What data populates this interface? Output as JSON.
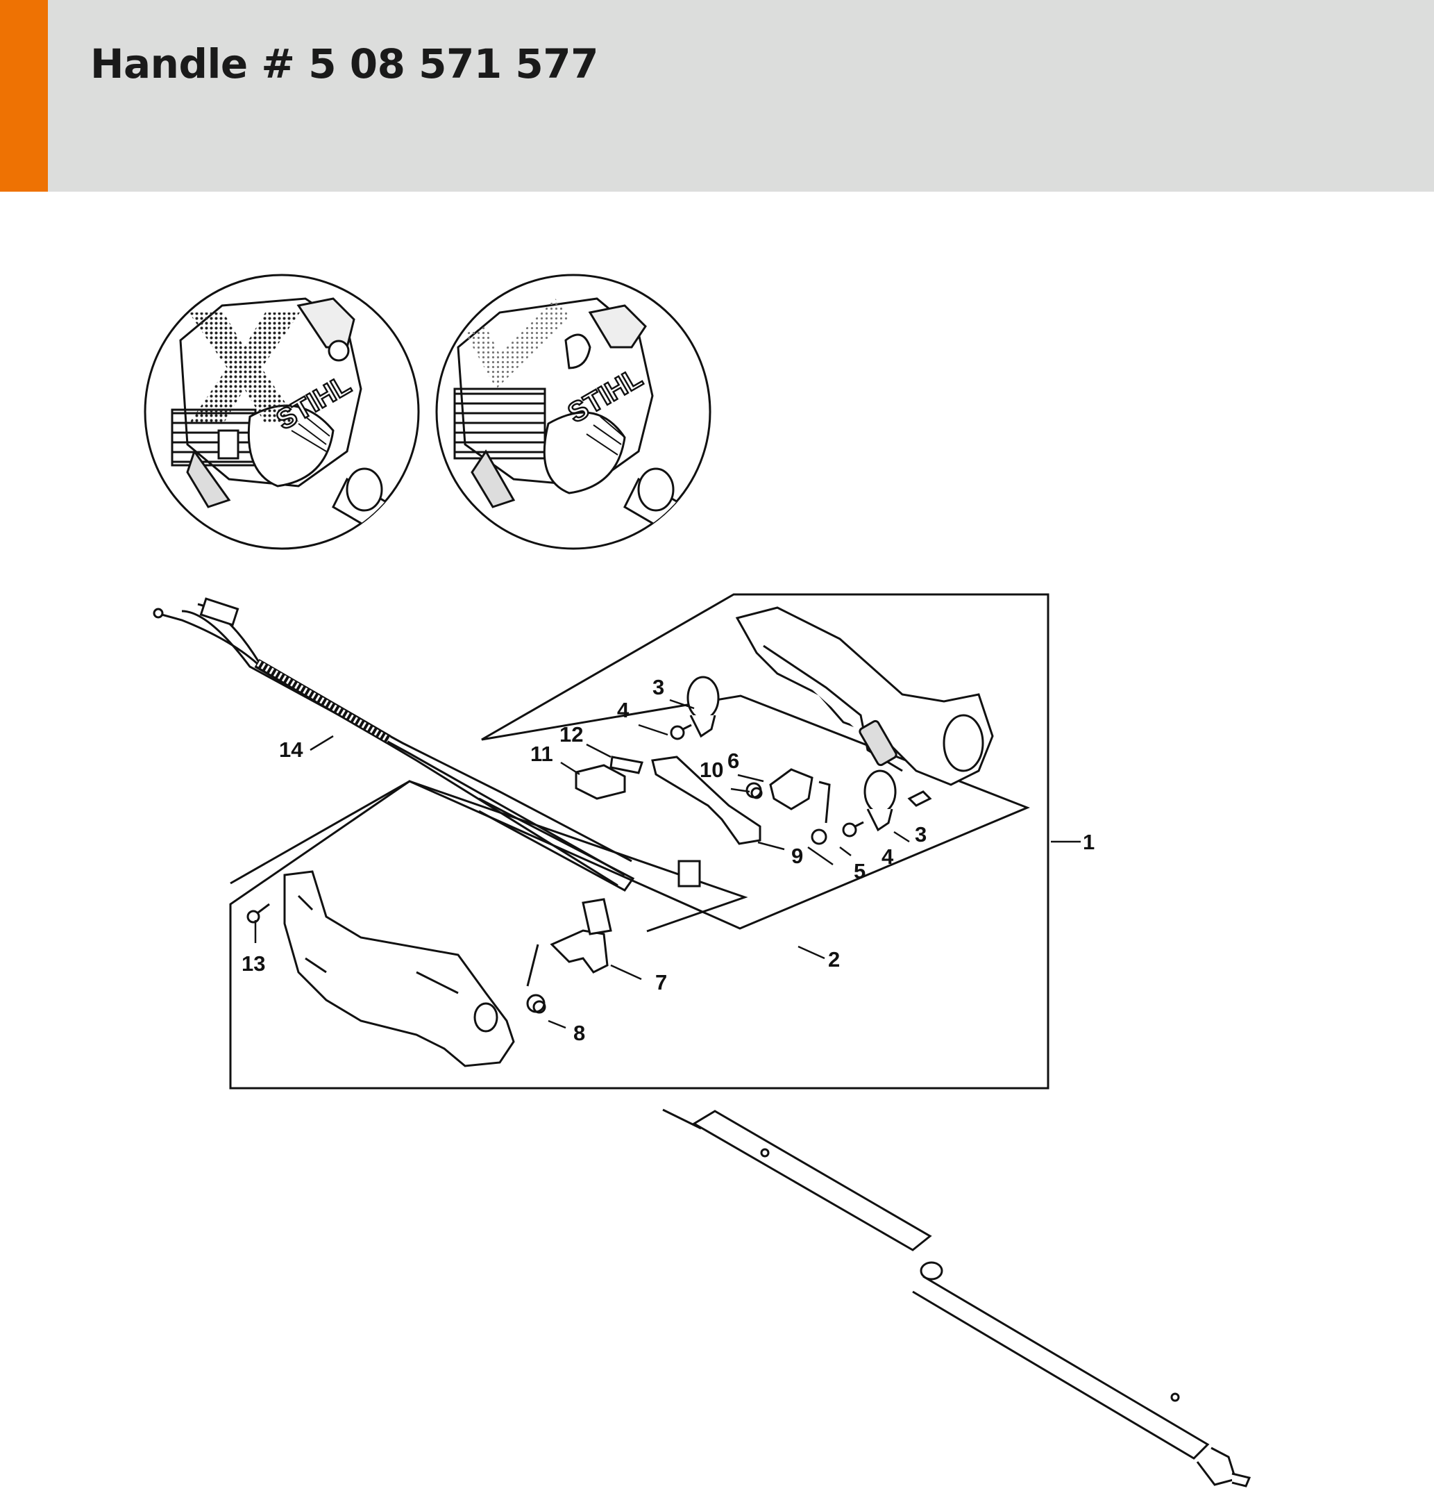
{
  "header": {
    "title": "Handle # 5 08 571 577",
    "accent_color": "#ee7203",
    "band_color": "#dcdddc"
  },
  "detail_views": [
    {
      "name": "incorrect",
      "icon": "cross-mark-icon",
      "brand": "STIHL"
    },
    {
      "name": "correct",
      "icon": "check-mark-icon",
      "brand": "STIHL"
    }
  ],
  "callouts": {
    "c1": "1",
    "c2": "2",
    "c3a": "3",
    "c3b": "3",
    "c4a": "4",
    "c4b": "4",
    "c5": "5",
    "c6": "6",
    "c7": "7",
    "c8": "8",
    "c9": "9",
    "c10": "10",
    "c11": "11",
    "c12": "12",
    "c13": "13",
    "c14": "14"
  }
}
